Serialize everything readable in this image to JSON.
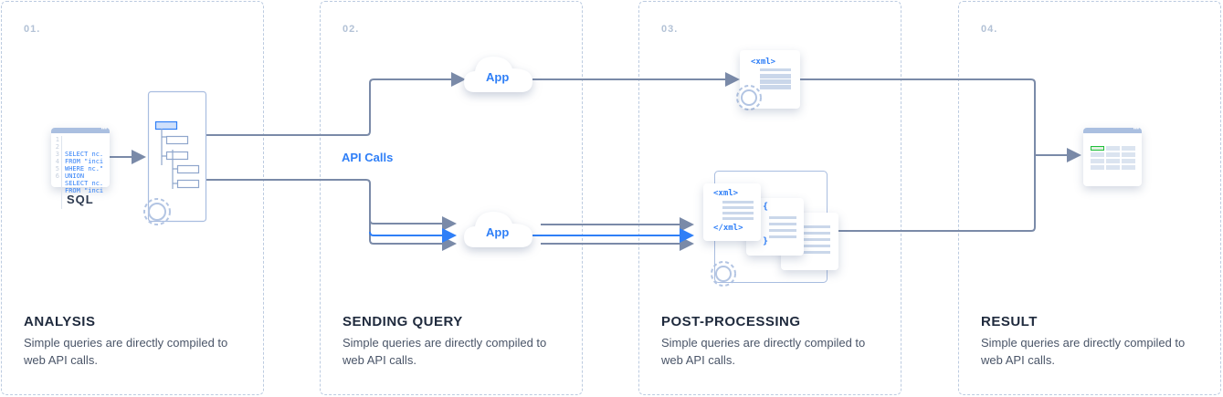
{
  "steps": [
    {
      "num": "01.",
      "title": "ANALYSIS",
      "desc": "Simple queries are directly compiled to web API calls."
    },
    {
      "num": "02.",
      "title": "SENDING QUERY",
      "desc": "Simple queries are directly compiled to web API calls."
    },
    {
      "num": "03.",
      "title": "POST-PROCESSING",
      "desc": "Simple queries are directly compiled to web API calls."
    },
    {
      "num": "04.",
      "title": "RESULT",
      "desc": "Simple queries are directly compiled to web API calls."
    }
  ],
  "sql": {
    "label": "SQL",
    "lines": [
      "SELECT nc.",
      "FROM \"inci",
      "WHERE nc.\"",
      "UNION",
      "SELECT nc.",
      "FROM \"inci"
    ],
    "line_numbers": [
      "1",
      "2",
      "3",
      "4",
      "5",
      "6"
    ]
  },
  "api_label": "API Calls",
  "clouds": [
    "App",
    "App"
  ],
  "xml": {
    "open": "<xml>",
    "close": "</xml>",
    "brace_open": "{",
    "brace_close": "}"
  },
  "colors": {
    "line": "#7a8aa8",
    "accent": "#2f7ff7",
    "border": "#bccbe0",
    "cell_highlight": "#1fbf3a"
  }
}
